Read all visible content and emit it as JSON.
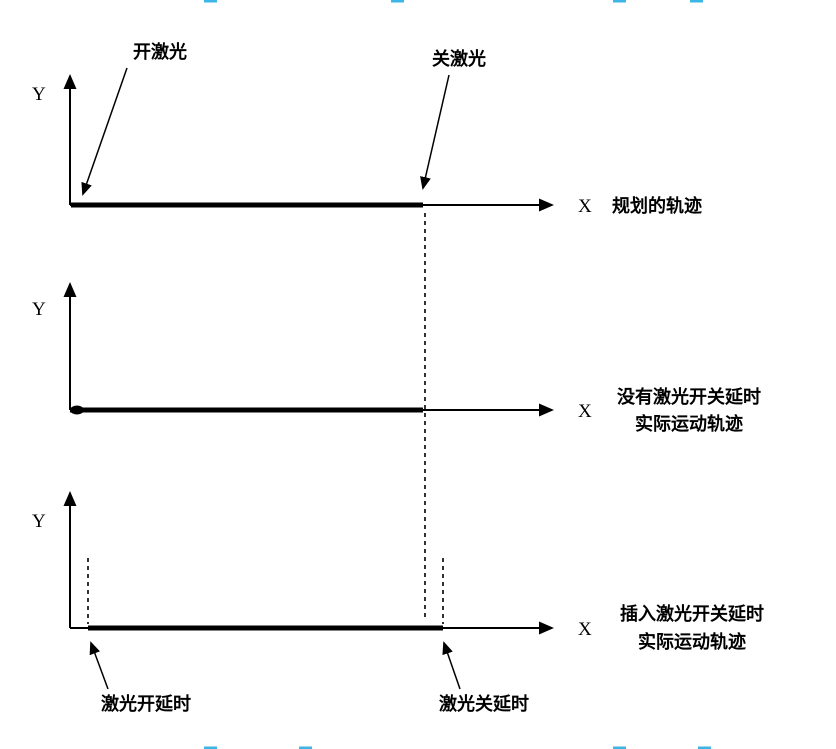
{
  "page": {
    "background": "#ffffff"
  },
  "colors": {
    "ink": "#000000",
    "edge_mark": "#3cb6e6"
  },
  "panels": {
    "planned": {
      "y_axis_label": "Y",
      "x_axis_label": "X",
      "caption": "规划的轨迹",
      "laser_on_label": "开激光",
      "laser_off_label": "关激光"
    },
    "no_delay": {
      "y_axis_label": "Y",
      "x_axis_label": "X",
      "caption_line1": "没有激光开关延时",
      "caption_line2": "实际运动轨迹"
    },
    "with_delay": {
      "y_axis_label": "Y",
      "x_axis_label": "X",
      "caption_line1": "插入激光开关延时",
      "caption_line2": "实际运动轨迹",
      "laser_on_delay_label": "激光开延时",
      "laser_off_delay_label": "激光关延时"
    }
  }
}
